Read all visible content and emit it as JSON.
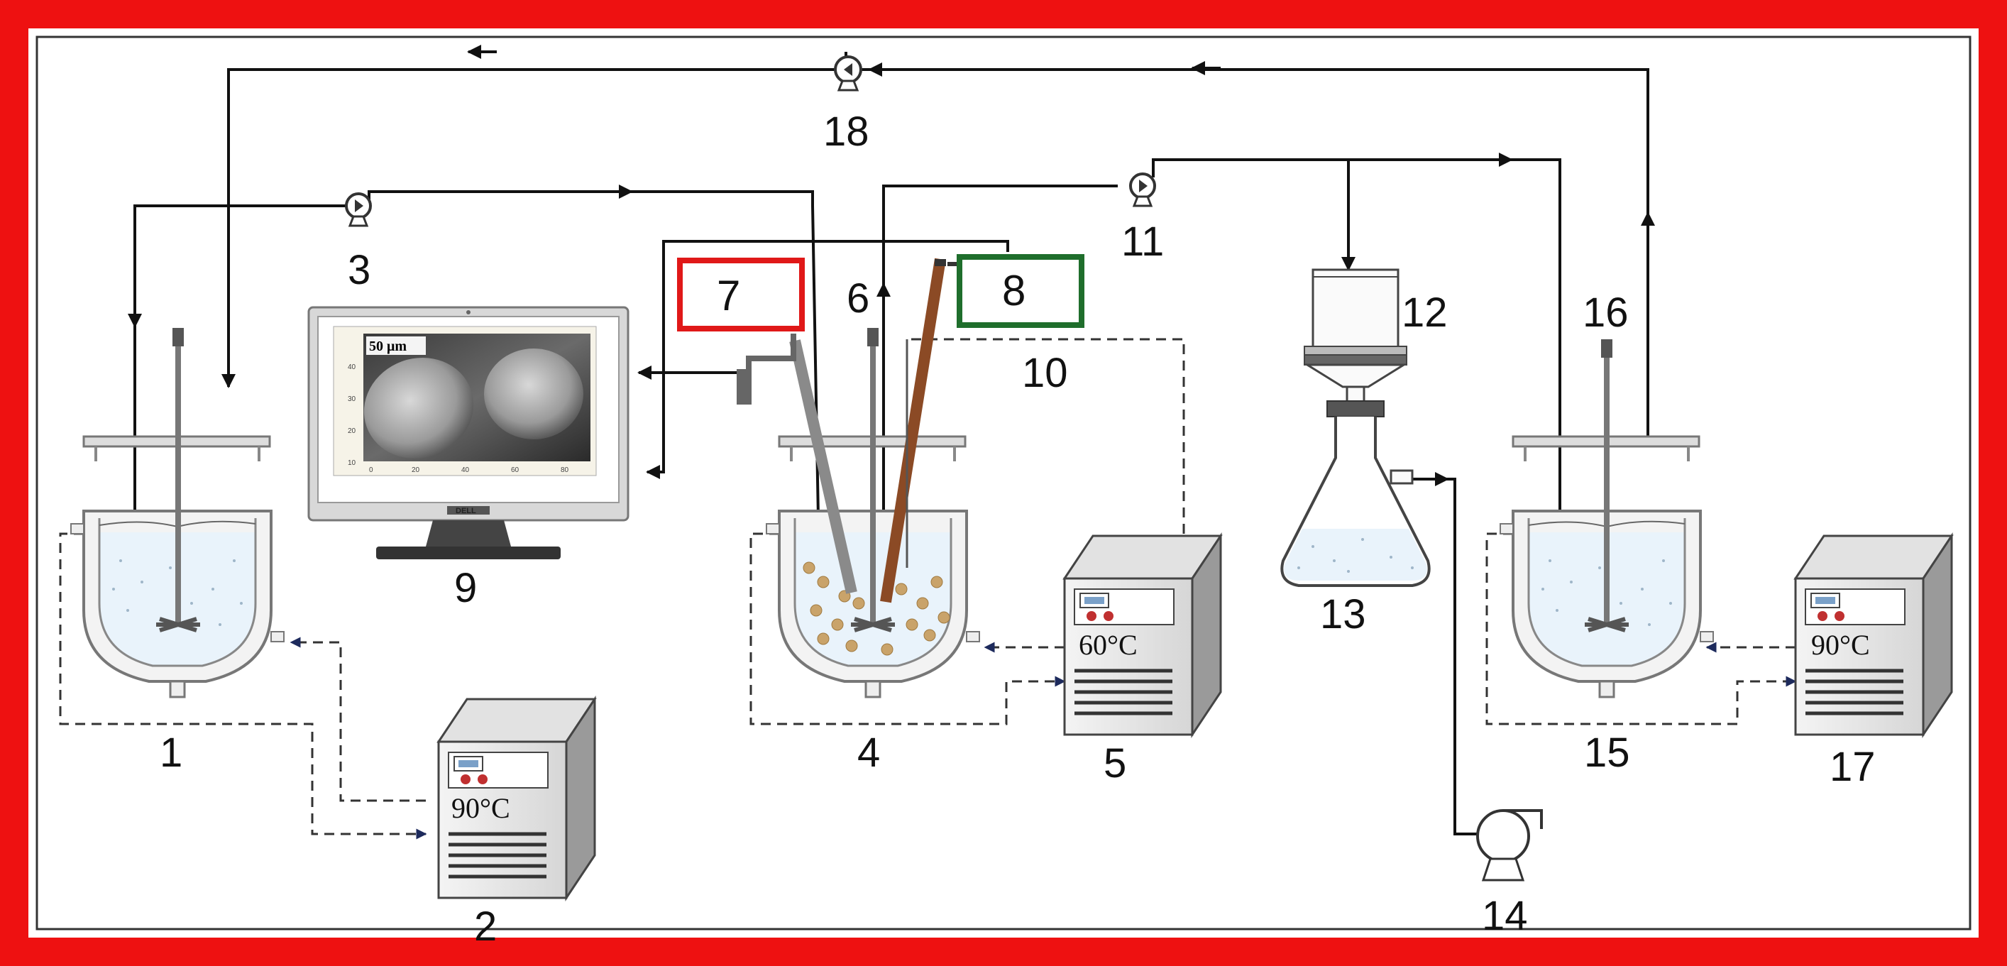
{
  "labels": {
    "reactor_1": "1",
    "bath_2": "2",
    "pump_3": "3",
    "reactor_4": "4",
    "bath_5": "5",
    "stirrer_6": "6",
    "probe_7": "7",
    "probe_8": "8",
    "monitor_9": "9",
    "sensor_10": "10",
    "pump_11": "11",
    "funnel_12": "12",
    "flask_13": "13",
    "vacuum_pump_14": "14",
    "reactor_15": "15",
    "stirrer_16": "16",
    "bath_17": "17",
    "pump_18": "18"
  },
  "temperatures": {
    "bath_2": "90°C",
    "bath_5": "60°C",
    "bath_17": "90°C"
  },
  "monitor": {
    "scale_label": "50 μm",
    "brand": "DELL"
  },
  "colors": {
    "frame": "#ee1111",
    "box_7": "#e01818",
    "box_8": "#1f6e2c",
    "probe_7": "#8a8a8a",
    "probe_8": "#8b4a25",
    "particles": "#c9a36a",
    "dashed_lines": "#2b3a6b"
  }
}
